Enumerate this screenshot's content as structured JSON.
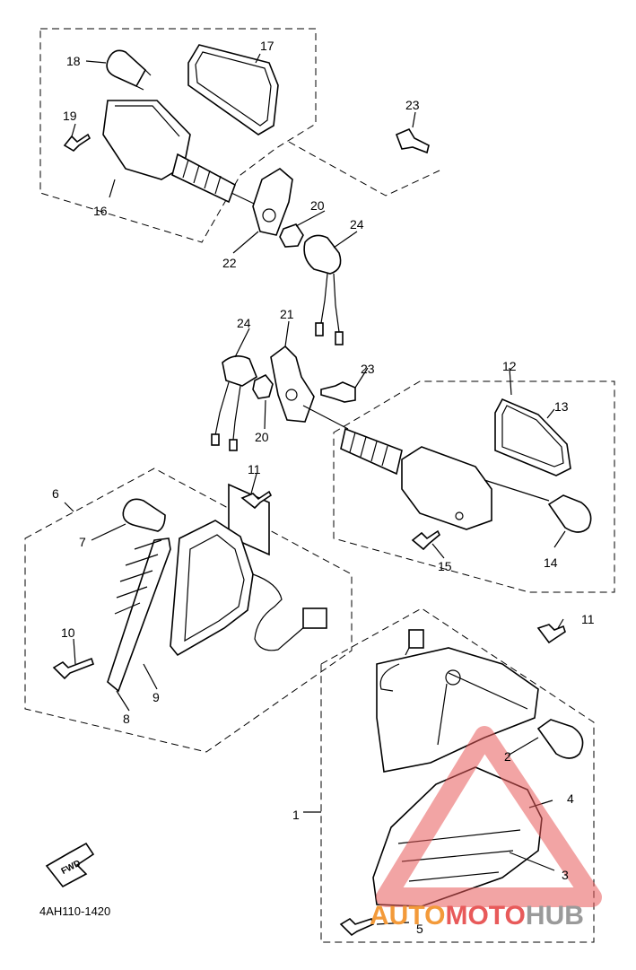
{
  "labels": {
    "l1": "1",
    "l2": "2",
    "l3": "3",
    "l4": "4",
    "l5": "5",
    "l6": "6",
    "l7": "7",
    "l8": "8",
    "l9": "9",
    "l10": "10",
    "l11a": "11",
    "l11b": "11",
    "l12": "12",
    "l13": "13",
    "l14": "14",
    "l15": "15",
    "l16": "16",
    "l17": "17",
    "l18": "18",
    "l19": "19",
    "l20a": "20",
    "l20b": "20",
    "l21": "21",
    "l22": "22",
    "l23a": "23",
    "l23b": "23",
    "l24a": "24",
    "l24b": "24"
  },
  "fwd_badge": "FWD",
  "diagram_code": "4AH110-1420",
  "watermark": {
    "part1": "AUTO",
    "part2": "MOTO",
    "part3": "HUB"
  },
  "colors": {
    "watermark_orange": "#f39a3a",
    "watermark_red": "#e85a5a",
    "watermark_gray": "#9a9a9a"
  }
}
